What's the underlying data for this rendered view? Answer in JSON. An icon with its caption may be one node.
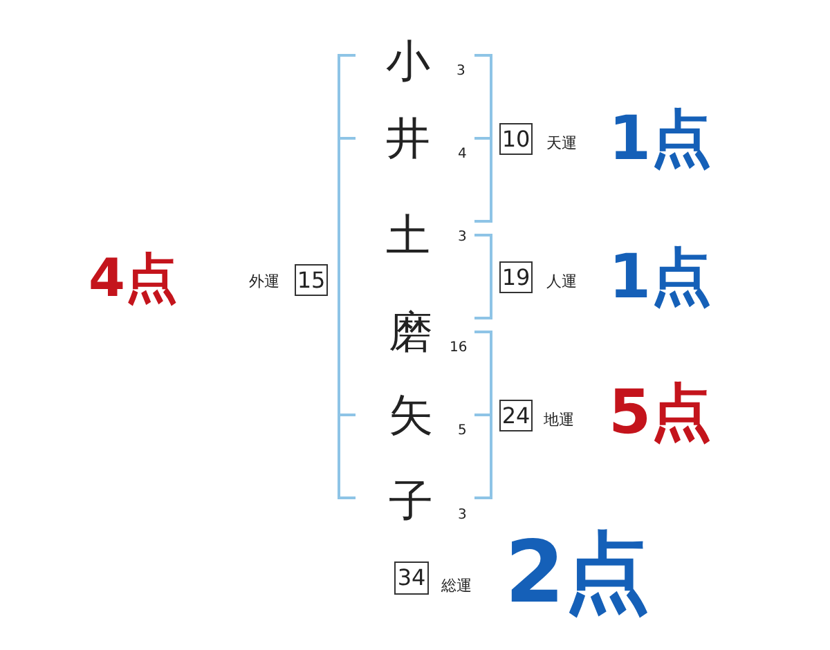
{
  "diagram": {
    "nodes": [
      {
        "text": [
          "10"
        ],
        "beside": [
          "天運",
          "1点"
        ]
      },
      {
        "text": [
          "15"
        ],
        "beside": [
          "4点",
          "外運"
        ]
      },
      {
        "text": [
          "19"
        ],
        "beside": [
          "人運",
          "1点"
        ]
      },
      {
        "text": [
          "24"
        ],
        "beside": [
          "地運",
          "5点"
        ]
      },
      {
        "text": [
          "34"
        ],
        "beside": [
          "総運",
          "2点"
        ]
      }
    ],
    "labels": [
      "小",
      "3",
      "井",
      "4",
      "土",
      "3",
      "磨",
      "16",
      "矢",
      "5",
      "子",
      "3"
    ]
  }
}
